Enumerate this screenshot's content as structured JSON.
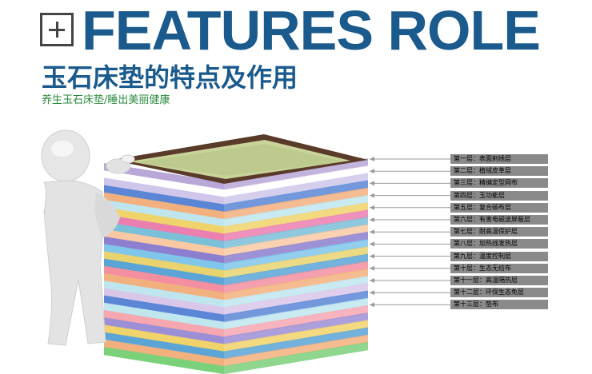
{
  "header": {
    "title_en": "FEATURES ROLE",
    "title_cn": "玉石床垫的特点及作用",
    "tagline": "养生玉石床垫/睡出美丽健康"
  },
  "layers": [
    {
      "label": "第一层：表面剌绣层"
    },
    {
      "label": "第二层：植绒皮革层"
    },
    {
      "label": "第三层：精编定型网布"
    },
    {
      "label": "第四层：玉功能层"
    },
    {
      "label": "第五层：复合碳布层"
    },
    {
      "label": "第六层：有害电磁波屏蔽层"
    },
    {
      "label": "第七层：耐高温保护层"
    },
    {
      "label": "第八层：加热线发热层"
    },
    {
      "label": "第九层：温度控制层"
    },
    {
      "label": "第十层：生态无纺布"
    },
    {
      "label": "第十一层：高温隔热层"
    },
    {
      "label": "第十二层：环保生态免层"
    },
    {
      "label": "第十三层：垫布"
    }
  ],
  "colors": {
    "title": "#1a5a8c",
    "tagline": "#2b8a3e",
    "label_bg": "#8a8a8a"
  }
}
